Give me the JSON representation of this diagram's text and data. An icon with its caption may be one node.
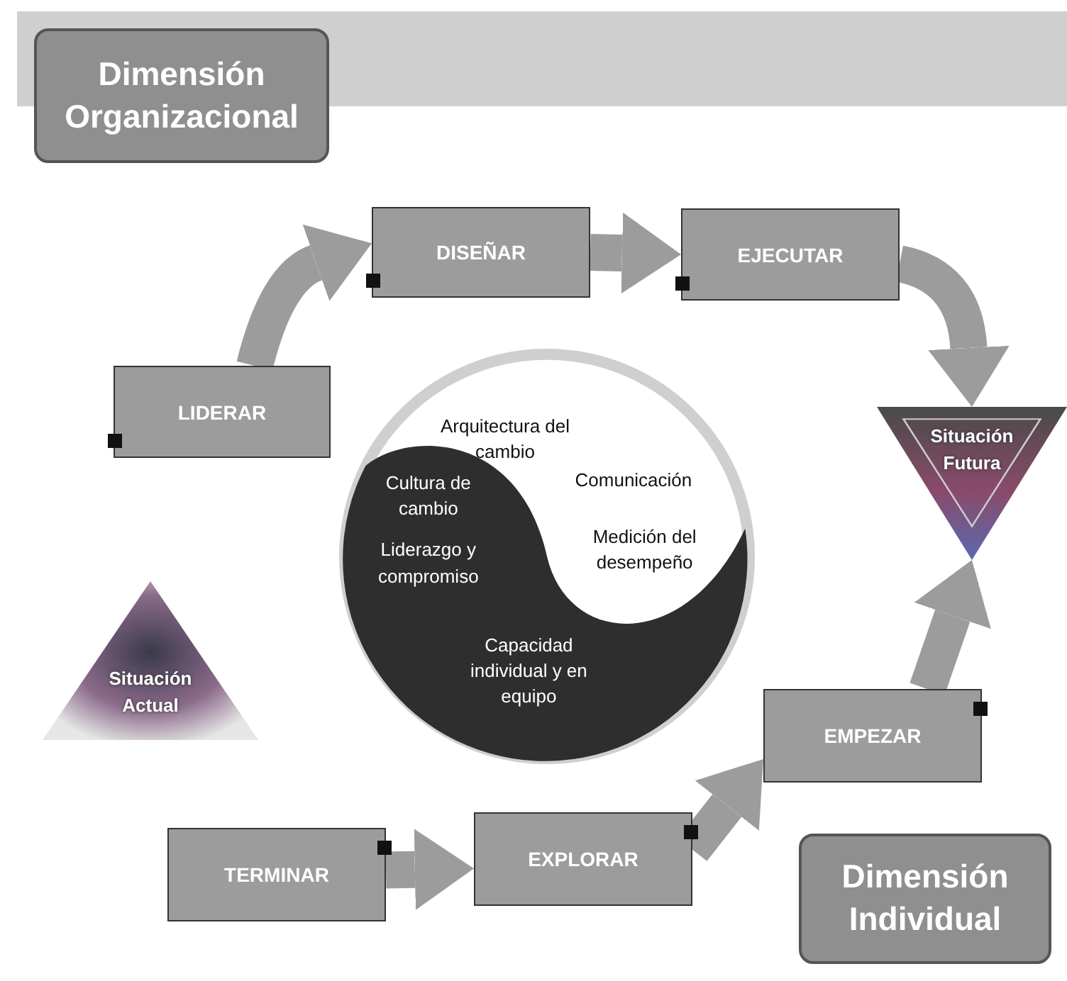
{
  "diagram": {
    "nodes": [
      {
        "text": [
          "Dimensión Organizacional"
        ]
      },
      {
        "text": [
          "DISEÑAR"
        ]
      },
      {
        "text": [
          "EJECUTAR"
        ]
      },
      {
        "text": [
          "LIDERAR"
        ]
      },
      {
        "text": [
          "Arquitectura del cambio",
          "Cultura de cambio",
          "Comunicación",
          "Medición del desempeño",
          "Liderazgo y compromiso",
          "Capacidad individual y en equipo"
        ]
      },
      {
        "text": [
          "Situación Futura"
        ]
      },
      {
        "text": [
          "Situación Actual"
        ]
      },
      {
        "text": [
          "EMPEZAR"
        ]
      },
      {
        "text": [
          "EXPLORAR"
        ]
      },
      {
        "text": [
          "TERMINAR"
        ]
      },
      {
        "text": [
          "Dimensión Individual"
        ]
      }
    ],
    "edges": [
      {
        "from": 3,
        "to": 1,
        "arrow": "to"
      },
      {
        "from": 1,
        "to": 2,
        "arrow": "to"
      },
      {
        "from": 2,
        "to": 5,
        "arrow": "to"
      },
      {
        "from": 9,
        "to": 8,
        "arrow": "to"
      },
      {
        "from": 8,
        "to": 7,
        "arrow": "to"
      },
      {
        "from": 7,
        "to": 5,
        "arrow": "to"
      }
    ]
  }
}
